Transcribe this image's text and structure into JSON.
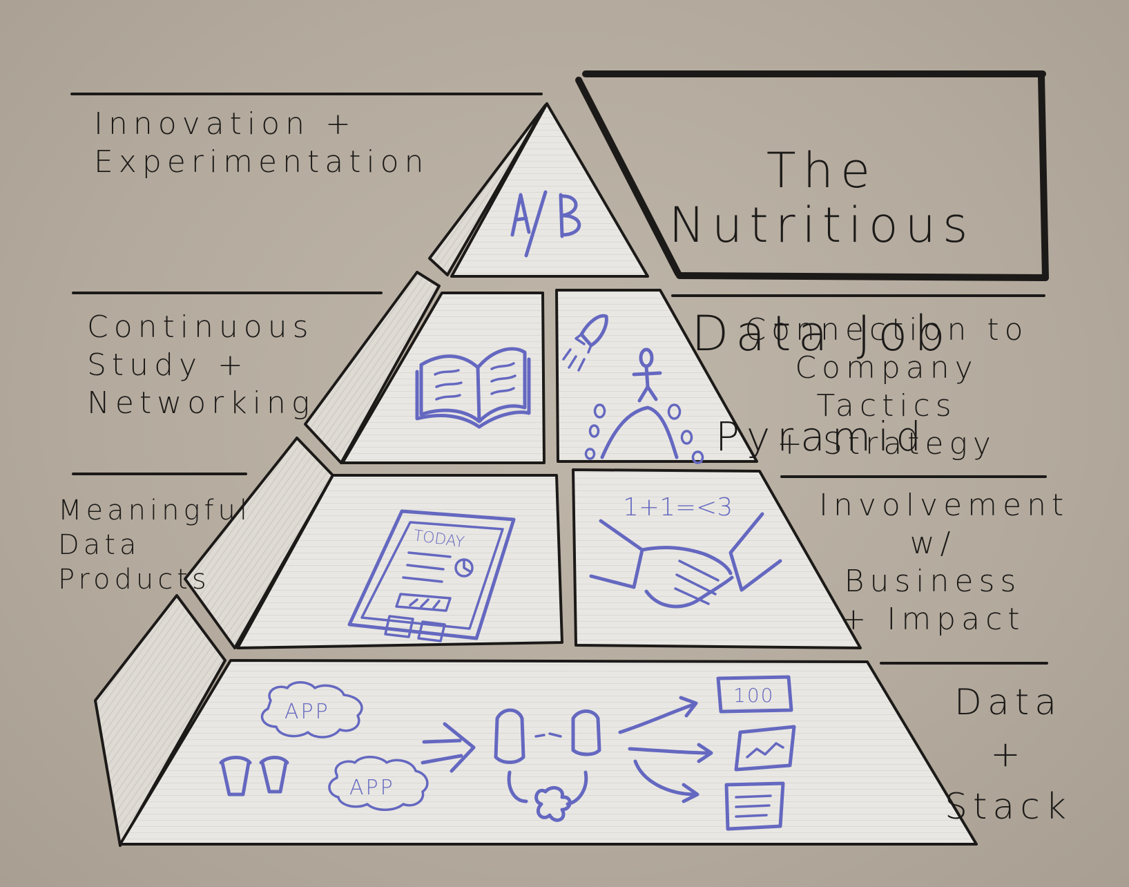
{
  "title": {
    "line1": "The Nutritious",
    "line2": "Data Job",
    "line3": "Pyramid"
  },
  "levels": {
    "top": {
      "label": "Innovation +\nExperimentation",
      "sketch_text": "A/B"
    },
    "upper_left": {
      "label": "Continuous\nStudy +\nNetworking",
      "icon": "open-book-icon"
    },
    "upper_right": {
      "label": "Connection to\nCompany Tactics\n+ Strategy",
      "icon": "rocket-mountain-icon"
    },
    "middle_left": {
      "label": "Meaningful\nData\nProducts",
      "icon": "tablet-dashboard-icon",
      "sketch_text": "TODAY"
    },
    "middle_right": {
      "label": "Involvement\nw/ Business\n+ Impact",
      "icon": "handshake-icon",
      "sketch_text": "1+1=<3"
    },
    "base": {
      "label": "Data +\nStack",
      "sketch": {
        "app_1": "APP",
        "app_2": "APP",
        "dashboard_value": "100"
      }
    }
  },
  "colors": {
    "background": "#b8afa3",
    "paper": "#e8e6e2",
    "ink": "#1c1a18",
    "sketch": "#6468c0"
  }
}
